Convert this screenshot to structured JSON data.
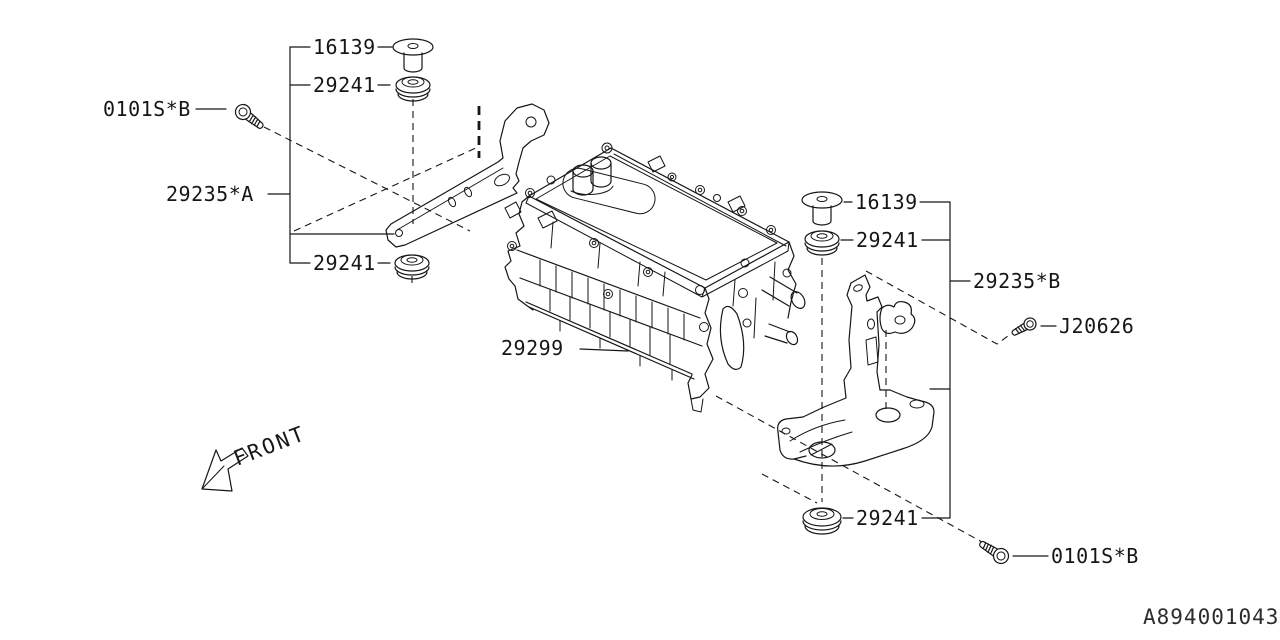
{
  "diagram": {
    "code": "A894001043",
    "front_label": "FRONT",
    "labels": {
      "bolt_top_left": "0101S*B",
      "pin_left": "16139",
      "grommet_left_top": "29241",
      "bracket_left": "29235*A",
      "grommet_left_bottom": "29241",
      "unit": "29299",
      "pin_right": "16139",
      "grommet_right_top": "29241",
      "bracket_right": "29235*B",
      "screw_right": "J20626",
      "grommet_right_bottom": "29241",
      "bolt_bottom_right": "0101S*B"
    },
    "colors": {
      "line": "#161616",
      "background": "#ffffff"
    }
  }
}
